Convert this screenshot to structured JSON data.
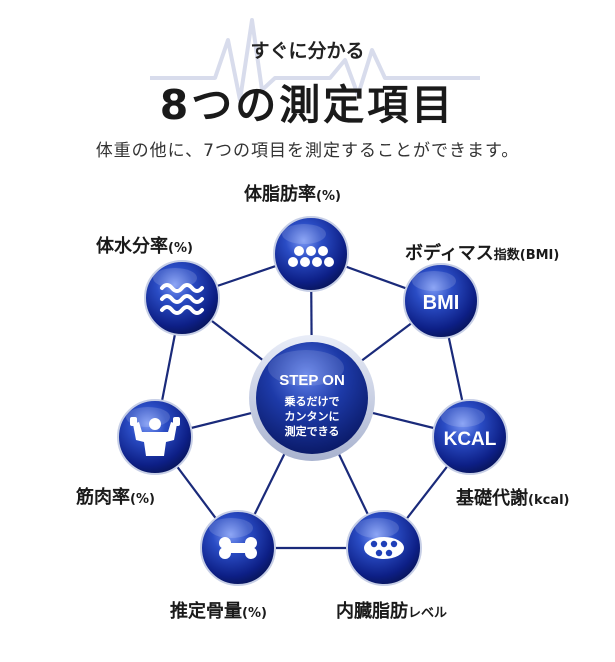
{
  "header": {
    "subtitle": "すぐに分かる",
    "title": "8つの測定項目",
    "description": "体重の他に、7つの項目を測定することができます。"
  },
  "center": {
    "heading": "STEP ON",
    "line1": "乗るだけで",
    "line2": "カンタンに",
    "line3": "測定できる"
  },
  "items": [
    {
      "id": "body-fat",
      "label": "体脂肪率",
      "suffix": "(%)",
      "icon": "dots-icon"
    },
    {
      "id": "bmi",
      "label": "ボディマス",
      "suffix": "指数(BMI)",
      "icon": "bmi-badge-icon",
      "badge": "BMI"
    },
    {
      "id": "kcal",
      "label": "基礎代謝",
      "suffix": "(kcal)",
      "icon": "kcal-badge-icon",
      "badge": "KCAL"
    },
    {
      "id": "visceral-fat",
      "label": "内臓脂肪",
      "suffix": "レベル",
      "icon": "dots-oval-icon"
    },
    {
      "id": "bone",
      "label": "推定骨量",
      "suffix": "(%)",
      "icon": "bone-icon"
    },
    {
      "id": "muscle",
      "label": "筋肉率",
      "suffix": "(%)",
      "icon": "muscle-icon"
    },
    {
      "id": "water",
      "label": "体水分率",
      "suffix": "(%)",
      "icon": "water-waves-icon"
    }
  ],
  "colors": {
    "node_dark": "#0a1a6e",
    "node_mid": "#1f3fb8",
    "node_light": "#6f8ff0",
    "line": "#1a2a7a",
    "wave": "#d8dcec"
  }
}
